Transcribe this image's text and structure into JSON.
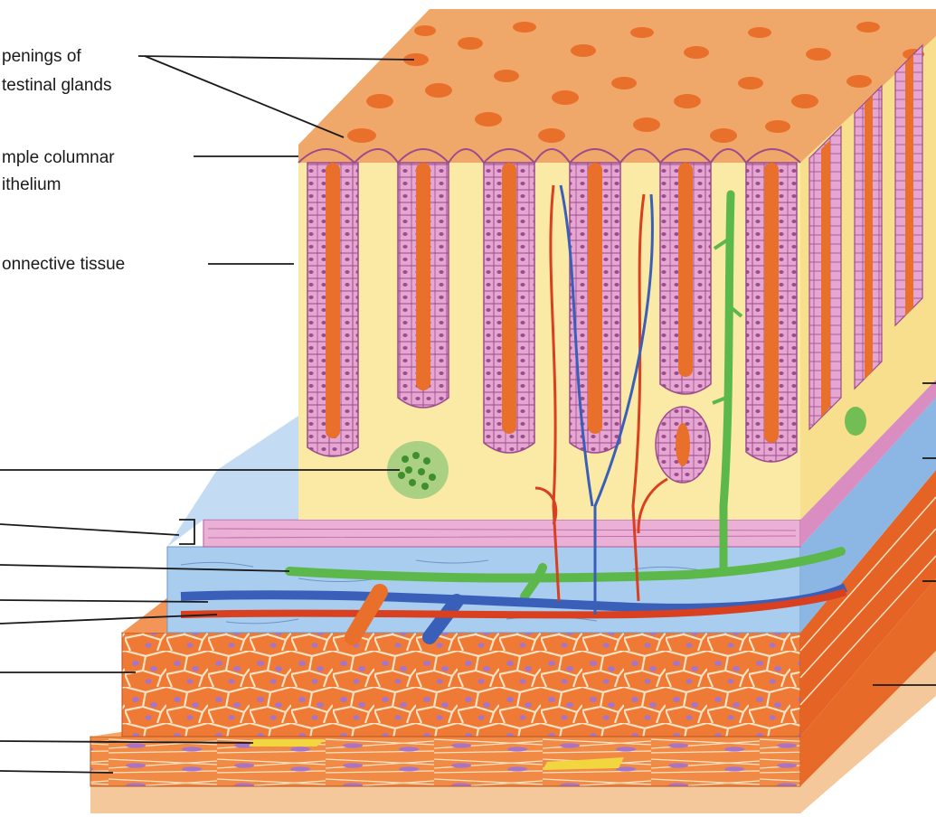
{
  "labels": {
    "openings_line1": "penings of",
    "openings_line2": "testinal glands",
    "epithelium_line1": "mple columnar",
    "epithelium_line2": "ithelium",
    "connective": "onnective tissue"
  },
  "colors": {
    "mucosa_surface": "#f0a86a",
    "lamina_propria": "#fbe9a6",
    "gland_lumen": "#e8702a",
    "epithelial_cells": "#d47ab8",
    "submucosa": "#a9cdef",
    "muscle_circular": "#ee7a35",
    "muscle_longitudinal": "#f08a45",
    "artery": "#d8401f",
    "vein": "#3a5fb8",
    "lymphatic": "#5cb84a",
    "leader_line": "#1a1a1a"
  }
}
